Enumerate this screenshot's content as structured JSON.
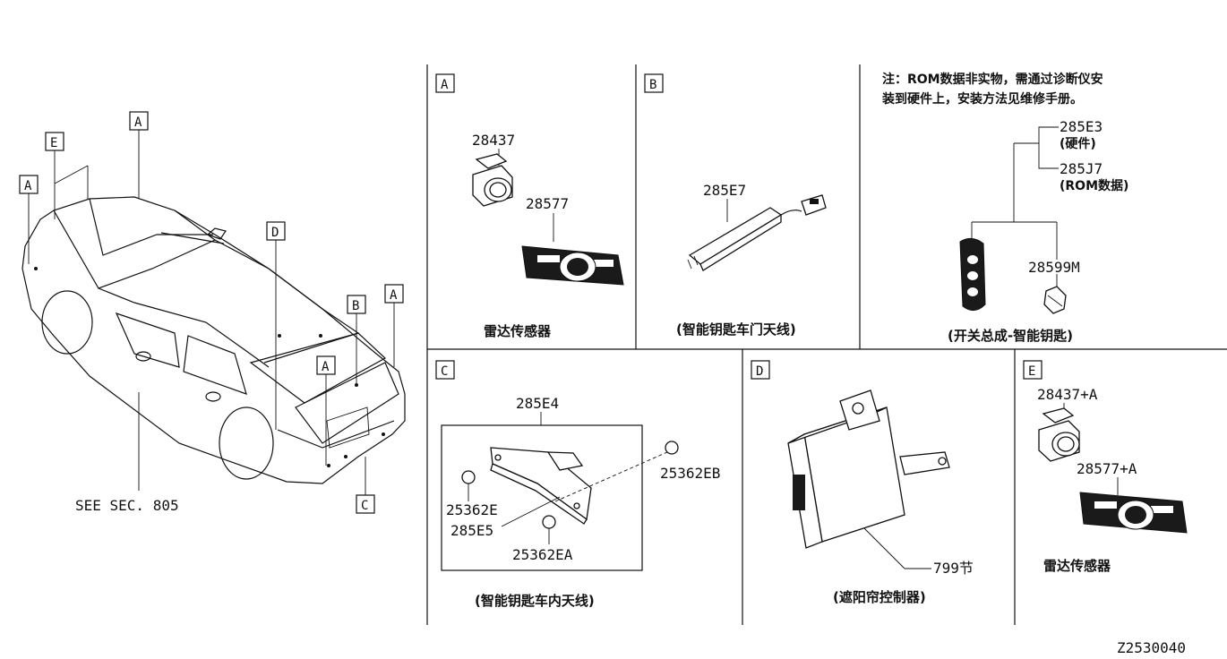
{
  "car": {
    "callouts": [
      "A",
      "E",
      "A",
      "D",
      "B",
      "A",
      "A",
      "C"
    ],
    "see_section": "SEE SEC. 805"
  },
  "panel_a": {
    "tag": "A",
    "parts": [
      "28437",
      "28577"
    ],
    "caption": "雷达传感器"
  },
  "panel_b": {
    "tag": "B",
    "parts": [
      "285E7"
    ],
    "caption": "(智能钥匙车门天线)"
  },
  "panel_rom": {
    "note_line1": "注：ROM数据非实物，需通过诊断仪安",
    "note_line2": "装到硬件上，安装方法见维修手册。",
    "parts": [
      "285E3",
      "(硬件)",
      "285J7",
      "(ROM数据)",
      "28599M"
    ],
    "caption": "(开关总成-智能钥匙)"
  },
  "panel_c": {
    "tag": "C",
    "parts": [
      "285E4",
      "25362EB",
      "25362E",
      "285E5",
      "25362EA"
    ],
    "caption": "(智能钥匙车内天线)"
  },
  "panel_d": {
    "tag": "D",
    "parts": [
      "799节"
    ],
    "caption": "(遮阳帘控制器)"
  },
  "panel_e": {
    "tag": "E",
    "parts": [
      "28437+A",
      "28577+A"
    ],
    "caption": "雷达传感器"
  },
  "diagram_id": "Z2530040"
}
